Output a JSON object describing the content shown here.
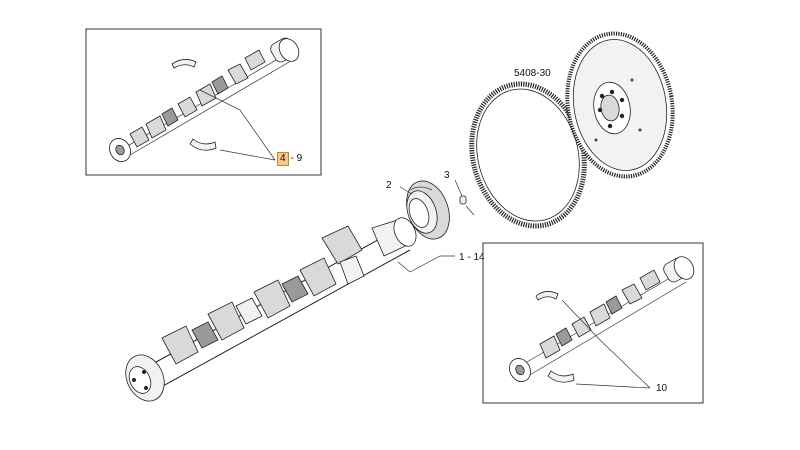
{
  "callouts": {
    "crankshaft_assembly": "1 - 14",
    "timing_gear": "2",
    "dowel_pin": "3",
    "main_bearing_highlight": "4",
    "main_bearing_dash": "- 9",
    "conrod_bearing": "10",
    "flywheel_group": "5408-30"
  },
  "colors": {
    "highlight_fill": "#f7c98a",
    "highlight_border": "#c9822a",
    "line": "#222222"
  }
}
